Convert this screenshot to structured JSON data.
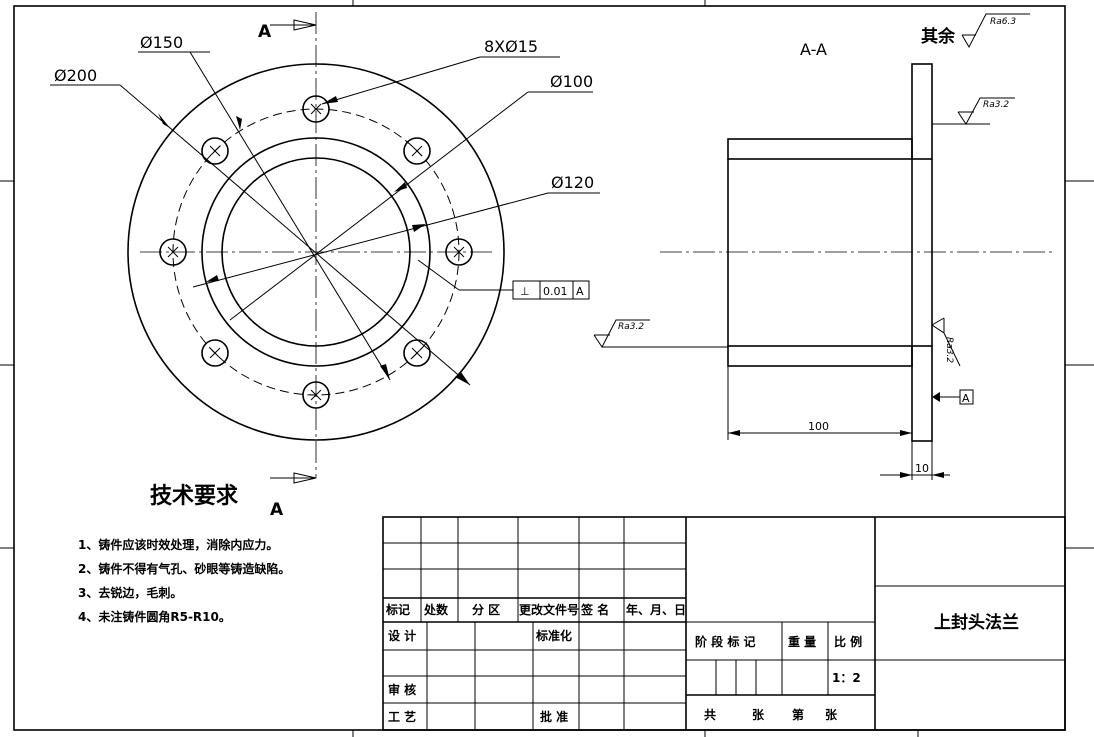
{
  "section_marks": {
    "front": "A",
    "section_view": "A-A"
  },
  "dimensions": {
    "d150": "Ø150",
    "d200": "Ø200",
    "holes": "8XØ15",
    "d100": "Ø100",
    "d120": "Ø120",
    "length": "100",
    "thickness": "10"
  },
  "tolerance": {
    "symbol": "⊥",
    "value": "0.01",
    "datum": "A"
  },
  "datum_label": "A",
  "surface_finish": {
    "other_label": "其余",
    "other_value": "Ra6.3",
    "flange_face": "Ra3.2",
    "bore": "Ra3.2",
    "datum_face": "Ra3.2"
  },
  "tech_requirements": {
    "title": "技术要求",
    "items": [
      "1、铸件应该时效处理，消除内应力。",
      "2、铸件不得有气孔、砂眼等铸造缺陷。",
      "3、去锐边，毛刺。",
      "4、未注铸件圆角R5-R10。"
    ]
  },
  "title_block": {
    "headers": [
      "标记",
      "处数",
      "分 区",
      "更改文件号",
      "签 名",
      "年、月、日"
    ],
    "design": "设 计",
    "standardize": "标准化",
    "review": "审 核",
    "process": "工 艺",
    "approve": "批 准",
    "stage_mark": "阶 段 标 记",
    "weight": "重 量",
    "scale_label": "比 例",
    "scale_value": "1：2",
    "sheets_total": "共",
    "sheet_unit": "张",
    "sheet_no": "第",
    "sheet_unit2": "张",
    "part_name": "上封头法兰"
  }
}
